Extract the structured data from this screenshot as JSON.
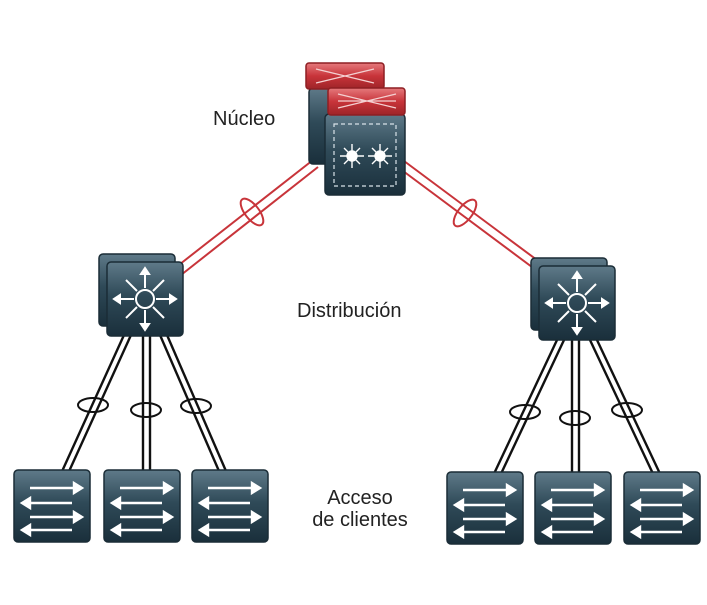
{
  "diagram": {
    "labels": {
      "core": "Núcleo",
      "distribution": "Distribución",
      "access_line1": "Acceso",
      "access_line2": "de clientes"
    },
    "colors": {
      "device_dark": "#1e3542",
      "device_light": "#5a7482",
      "core_red": "#c8343a",
      "core_red_light": "#e0676b",
      "link_red": "#c8343a",
      "link_black": "#111111"
    },
    "icons": {
      "core": "multilayer-switch-icon",
      "distribution": "layer3-switch-icon",
      "access": "layer2-switch-icon"
    }
  }
}
